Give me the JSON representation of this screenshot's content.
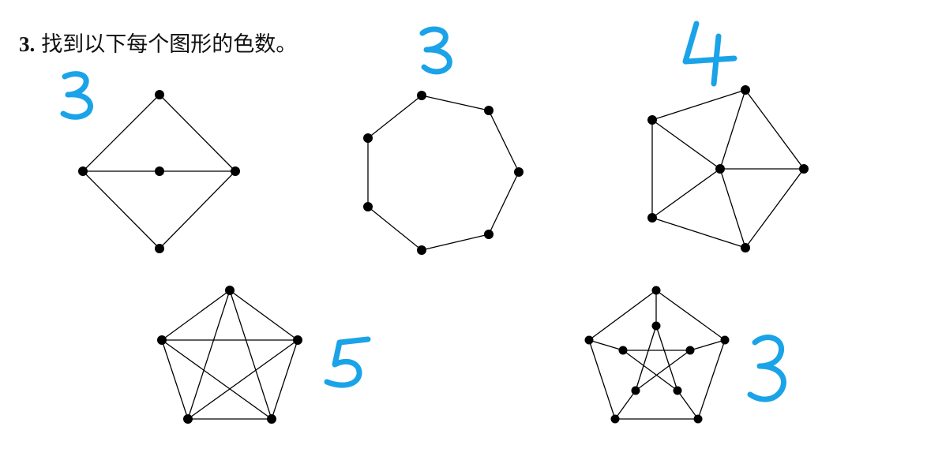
{
  "question": {
    "number": "3.",
    "text": "找到以下每个图形的色数。"
  },
  "graphs": [
    {
      "id": "diamond",
      "answer": "3"
    },
    {
      "id": "heptagon",
      "answer": "3"
    },
    {
      "id": "wheel",
      "answer": "4"
    },
    {
      "id": "k5",
      "answer": "5"
    },
    {
      "id": "petersen",
      "answer": "3"
    }
  ],
  "colors": {
    "handwriting": "#1aa3e8",
    "ink": "#000000"
  }
}
